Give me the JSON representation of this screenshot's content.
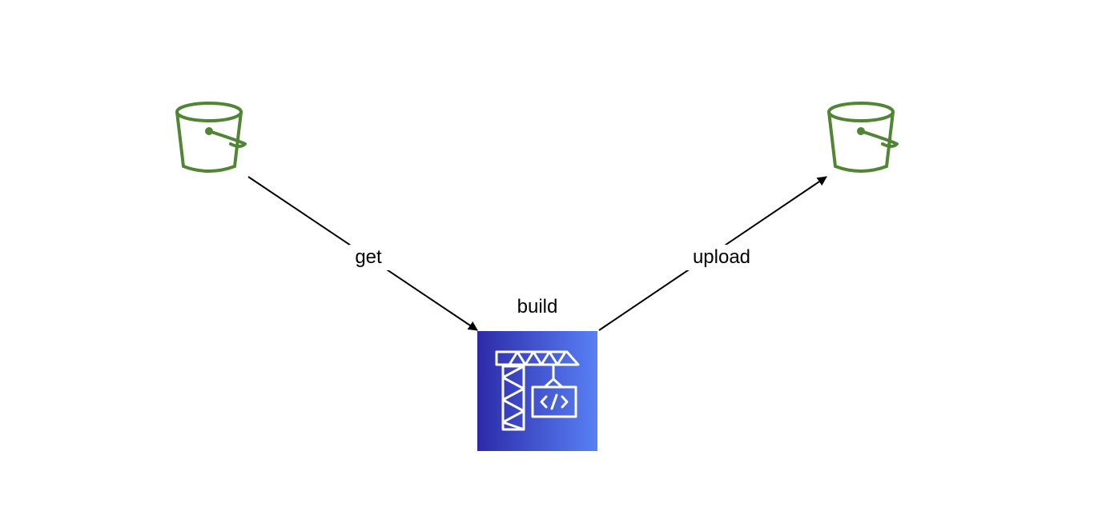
{
  "diagram": {
    "nodes": {
      "source_bucket": {
        "icon": "s3-bucket-icon",
        "color": "#4f8533"
      },
      "build": {
        "label": "build",
        "icon": "codebuild-crane-icon",
        "gradient_start": "#2d2aa8",
        "gradient_end": "#5880f5"
      },
      "target_bucket": {
        "icon": "s3-bucket-icon",
        "color": "#4f8533"
      }
    },
    "edges": {
      "get": {
        "label": "get",
        "from": "source_bucket",
        "to": "build"
      },
      "upload": {
        "label": "upload",
        "from": "build",
        "to": "target_bucket"
      }
    }
  }
}
